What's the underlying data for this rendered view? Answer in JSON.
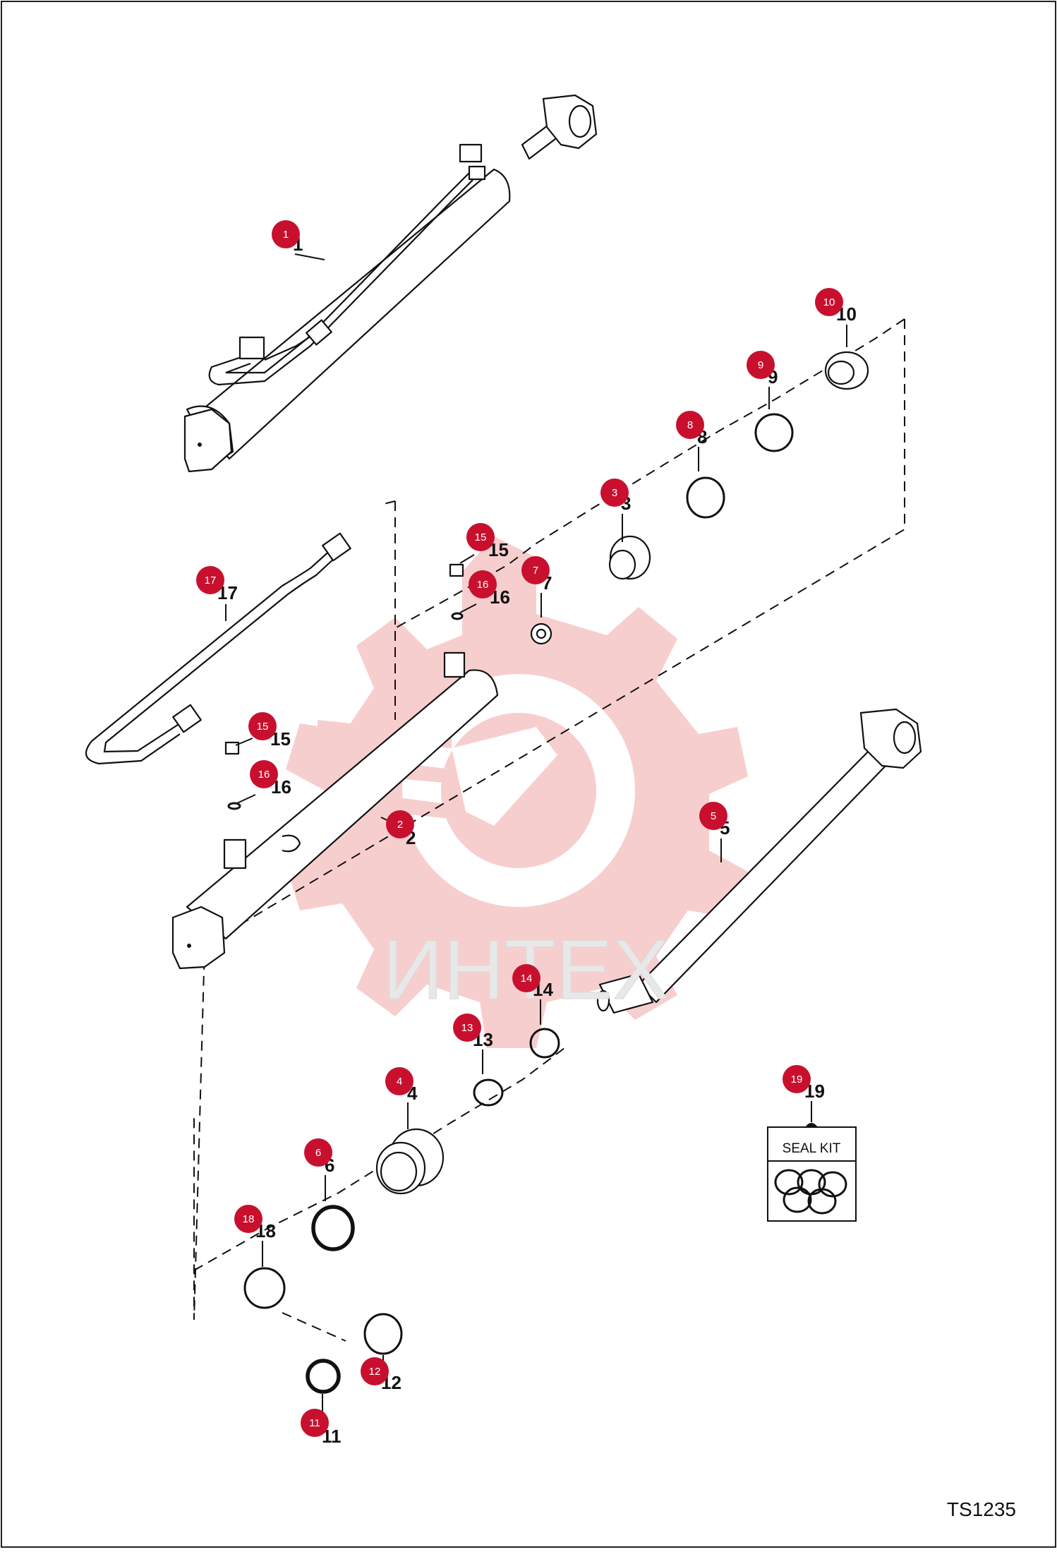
{
  "diagram": {
    "callouts": [
      {
        "id": "1",
        "num": "1",
        "badge": "1"
      },
      {
        "id": "2",
        "num": "2",
        "badge": "2"
      },
      {
        "id": "3",
        "num": "3",
        "badge": "3"
      },
      {
        "id": "4",
        "num": "4",
        "badge": "4"
      },
      {
        "id": "5",
        "num": "5",
        "badge": "5"
      },
      {
        "id": "6",
        "num": "6",
        "badge": "6"
      },
      {
        "id": "7",
        "num": "7",
        "badge": "7"
      },
      {
        "id": "8",
        "num": "8",
        "badge": "8"
      },
      {
        "id": "9",
        "num": "9",
        "badge": "9"
      },
      {
        "id": "10",
        "num": "10",
        "badge": "10"
      },
      {
        "id": "11",
        "num": "11",
        "badge": "11"
      },
      {
        "id": "12",
        "num": "12",
        "badge": "12"
      },
      {
        "id": "13",
        "num": "13",
        "badge": "13"
      },
      {
        "id": "14",
        "num": "14",
        "badge": "14"
      },
      {
        "id": "15a",
        "num": "15",
        "badge": "15"
      },
      {
        "id": "16a",
        "num": "16",
        "badge": "16"
      },
      {
        "id": "15b",
        "num": "15",
        "badge": "15"
      },
      {
        "id": "16b",
        "num": "16",
        "badge": "16"
      },
      {
        "id": "17",
        "num": "17",
        "badge": "17"
      },
      {
        "id": "18",
        "num": "18",
        "badge": "18"
      },
      {
        "id": "19",
        "num": "19",
        "badge": "19"
      }
    ],
    "seal_kit_label": "SEAL KIT",
    "watermark_text": "ИНТЕХ",
    "figure_code": "TS1235",
    "badge_color": "#c8102e",
    "watermark_color": "#f3b8b8"
  }
}
